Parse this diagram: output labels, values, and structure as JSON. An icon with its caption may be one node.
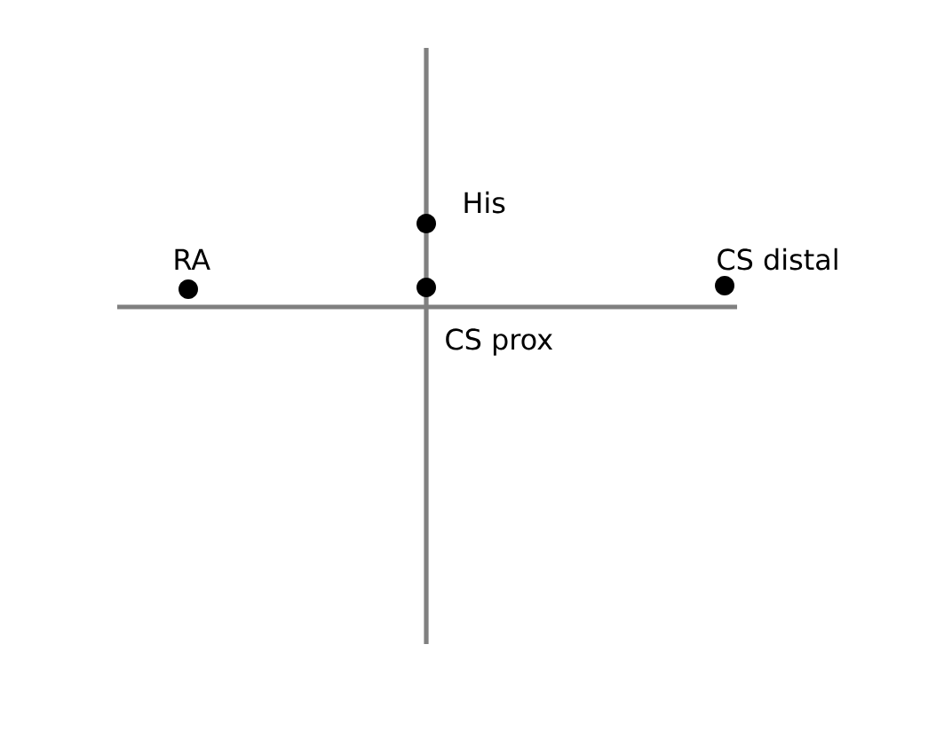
{
  "diagram": {
    "labels": [
      "RA",
      "His",
      "CS prox",
      "CS distal"
    ]
  }
}
